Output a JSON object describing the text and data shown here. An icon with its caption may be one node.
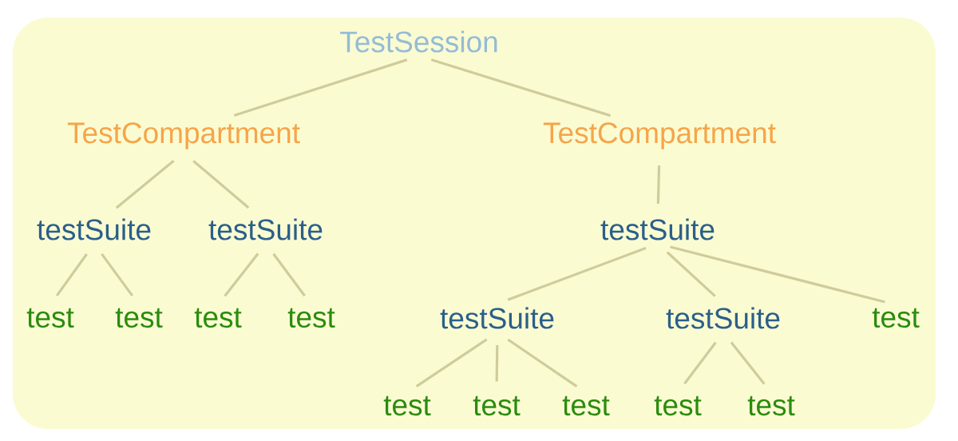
{
  "diagram": {
    "nodes": [
      {
        "text": [
          "TestSession"
        ]
      },
      {
        "text": [
          "TestCompartment"
        ]
      },
      {
        "text": [
          "TestCompartment"
        ]
      },
      {
        "text": [
          "testSuite"
        ]
      },
      {
        "text": [
          "testSuite"
        ]
      },
      {
        "text": [
          "testSuite"
        ]
      },
      {
        "text": [
          "test"
        ]
      },
      {
        "text": [
          "test"
        ]
      },
      {
        "text": [
          "test"
        ]
      },
      {
        "text": [
          "test"
        ]
      },
      {
        "text": [
          "testSuite"
        ]
      },
      {
        "text": [
          "testSuite"
        ]
      },
      {
        "text": [
          "test"
        ]
      },
      {
        "text": [
          "test"
        ]
      },
      {
        "text": [
          "test"
        ]
      },
      {
        "text": [
          "test"
        ]
      },
      {
        "text": [
          "test"
        ]
      },
      {
        "text": [
          "test"
        ]
      }
    ],
    "edges": [
      {
        "from": 0,
        "to": 1,
        "arrow": "none"
      },
      {
        "from": 0,
        "to": 2,
        "arrow": "none"
      },
      {
        "from": 1,
        "to": 3,
        "arrow": "none"
      },
      {
        "from": 1,
        "to": 4,
        "arrow": "none"
      },
      {
        "from": 2,
        "to": 5,
        "arrow": "none"
      },
      {
        "from": 3,
        "to": 6,
        "arrow": "none"
      },
      {
        "from": 3,
        "to": 7,
        "arrow": "none"
      },
      {
        "from": 4,
        "to": 8,
        "arrow": "none"
      },
      {
        "from": 4,
        "to": 9,
        "arrow": "none"
      },
      {
        "from": 5,
        "to": 10,
        "arrow": "none"
      },
      {
        "from": 5,
        "to": 11,
        "arrow": "none"
      },
      {
        "from": 5,
        "to": 12,
        "arrow": "none"
      },
      {
        "from": 10,
        "to": 13,
        "arrow": "none"
      },
      {
        "from": 10,
        "to": 14,
        "arrow": "none"
      },
      {
        "from": 10,
        "to": 15,
        "arrow": "none"
      },
      {
        "from": 11,
        "to": 16,
        "arrow": "none"
      },
      {
        "from": 11,
        "to": 17,
        "arrow": "none"
      }
    ]
  }
}
